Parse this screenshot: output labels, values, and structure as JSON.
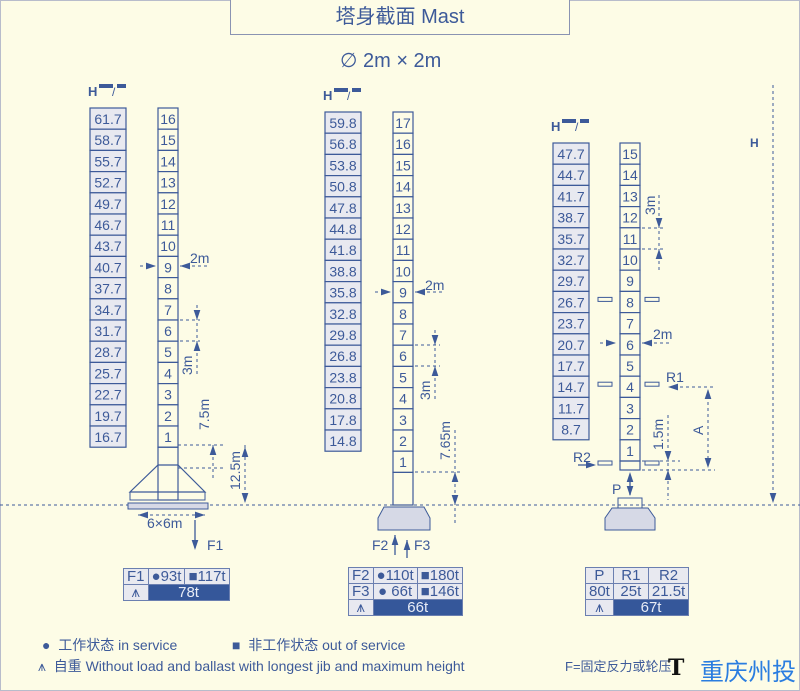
{
  "title": "塔身截面 Mast",
  "section_size": "∅  2m × 2m",
  "header_label": "H",
  "masts": [
    {
      "heights": [
        "61.7",
        "58.7",
        "55.7",
        "52.7",
        "49.7",
        "46.7",
        "43.7",
        "40.7",
        "37.7",
        "34.7",
        "31.7",
        "28.7",
        "25.7",
        "22.7",
        "19.7",
        "16.7"
      ],
      "sections": [
        "16",
        "15",
        "14",
        "13",
        "12",
        "11",
        "10",
        "9",
        "8",
        "7",
        "6",
        "5",
        "4",
        "3",
        "2",
        "1"
      ],
      "dims": {
        "width": "2m",
        "section": "3m",
        "d1": "7.5m",
        "d2": "12.5m",
        "base": "6×6m",
        "force": "F1"
      }
    },
    {
      "heights": [
        "59.8",
        "56.8",
        "53.8",
        "50.8",
        "47.8",
        "44.8",
        "41.8",
        "38.8",
        "35.8",
        "32.8",
        "29.8",
        "26.8",
        "23.8",
        "20.8",
        "17.8",
        "14.8"
      ],
      "sections": [
        "17",
        "16",
        "15",
        "14",
        "13",
        "12",
        "11",
        "10",
        "9",
        "8",
        "7",
        "6",
        "5",
        "4",
        "3",
        "2",
        "1"
      ],
      "dims": {
        "width": "2m",
        "section": "3m",
        "d1": "7.65m",
        "force_a": "F2",
        "force_b": "F3"
      }
    },
    {
      "heights": [
        "47.7",
        "44.7",
        "41.7",
        "38.7",
        "35.7",
        "32.7",
        "29.7",
        "26.7",
        "23.7",
        "20.7",
        "17.7",
        "14.7",
        "11.7",
        "8.7"
      ],
      "sections": [
        "15",
        "14",
        "13",
        "12",
        "11",
        "10",
        "9",
        "8",
        "7",
        "6",
        "5",
        "4",
        "3",
        "2",
        "1"
      ],
      "dims": {
        "width": "2m",
        "section": "3m",
        "d1": "1.5m",
        "a": "A",
        "r1": "R1",
        "r2": "R2",
        "p": "P",
        "h": "H"
      }
    }
  ],
  "tables": {
    "t1": {
      "r1": [
        "F1",
        "●93t",
        "■117t"
      ],
      "self_weight": "78t"
    },
    "t2": {
      "r1": [
        "F2",
        "●110t",
        "■180t"
      ],
      "r2": [
        "F3",
        "● 66t",
        "■146t"
      ],
      "self_weight": "66t"
    },
    "t3": {
      "r1": [
        "P",
        "R1",
        "R2"
      ],
      "r2": [
        "80t",
        "25t",
        "21.5t"
      ],
      "self_weight": "67t"
    }
  },
  "legend": {
    "in_service": "工作状态  in service",
    "out_of_service": "非工作状态  out of service",
    "self_weight": "自重  Without load and ballast with longest jib and maximum height",
    "reactions": "F=固定反力或轮压"
  },
  "watermark": "重庆州投",
  "colors": {
    "primary": "#3d5a99",
    "background": "#fdfce6",
    "cell": "#e8e9f0",
    "dark": "#35579a"
  }
}
